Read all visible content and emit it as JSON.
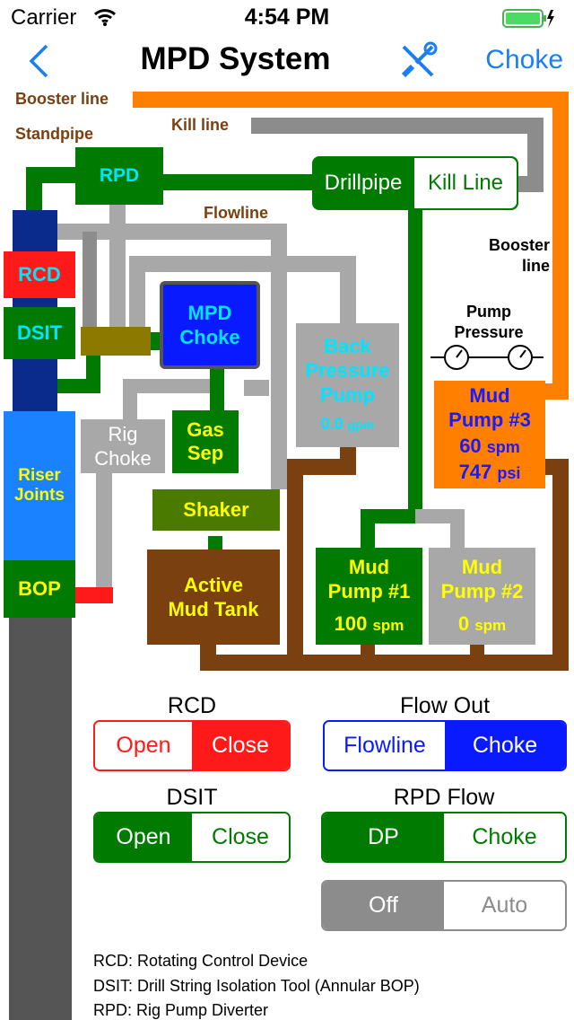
{
  "status_bar": {
    "carrier": "Carrier",
    "time": "4:54 PM"
  },
  "nav": {
    "title": "MPD System",
    "right_button": "Choke",
    "back_icon": "chevron-left",
    "tools_icon": "wrench-screwdriver"
  },
  "diagram": {
    "labels": {
      "booster_line": "Booster line",
      "kill_line": "Kill line",
      "standpipe": "Standpipe",
      "flowline": "Flowline",
      "booster_line_right_1": "Booster",
      "booster_line_right_2": "line",
      "pump_pressure_1": "Pump",
      "pump_pressure_2": "Pressure"
    },
    "components": {
      "rpd": "RPD",
      "drillpipe": "Drillpipe",
      "kill_line": "Kill Line",
      "rcd": "RCD",
      "dsit": "DSIT",
      "mpd_choke_1": "MPD",
      "mpd_choke_2": "Choke",
      "back_pressure_1": "Back",
      "back_pressure_2": "Pressure",
      "back_pressure_3": "Pump",
      "back_pressure_rate": "0.0",
      "back_pressure_unit": "gpm",
      "rig_choke_1": "Rig",
      "rig_choke_2": "Choke",
      "gas_sep_1": "Gas",
      "gas_sep_2": "Sep",
      "shaker": "Shaker",
      "riser_1": "Riser",
      "riser_2": "Joints",
      "bop": "BOP",
      "mud_tank_1": "Active",
      "mud_tank_2": "Mud Tank",
      "pump1_1": "Mud",
      "pump1_2": "Pump #1",
      "pump1_rate": "100",
      "pump1_unit": "spm",
      "pump2_1": "Mud",
      "pump2_2": "Pump #2",
      "pump2_rate": "0",
      "pump2_unit": "spm",
      "pump3_1": "Mud",
      "pump3_2": "Pump #3",
      "pump3_rate": "60",
      "pump3_rate_unit": "spm",
      "pump3_pressure": "747",
      "pump3_pressure_unit": "psi"
    },
    "colors": {
      "booster": "#ff8000",
      "gray": "#8c8c8c",
      "light_gray": "#a8a8a8",
      "green": "#007a00",
      "navy": "#0a2a8c",
      "red": "#ff1a1a",
      "brown": "#7a4010",
      "olive": "#8c7a00",
      "blue": "#0a1aff",
      "riser_blue": "#1a82ff"
    }
  },
  "controls": {
    "rcd": {
      "title": "RCD",
      "options": [
        "Open",
        "Close"
      ],
      "selected": "Close"
    },
    "flow_out": {
      "title": "Flow Out",
      "options": [
        "Flowline",
        "Choke"
      ],
      "selected": "Choke"
    },
    "dsit": {
      "title": "DSIT",
      "options": [
        "Open",
        "Close"
      ],
      "selected": "Open"
    },
    "rpd_flow": {
      "title": "RPD Flow",
      "options": [
        "DP",
        "Choke"
      ],
      "selected": "DP"
    },
    "mode": {
      "options": [
        "Off",
        "Auto"
      ],
      "selected": "Off"
    }
  },
  "legend": [
    "RCD: Rotating Control Device",
    "DSIT: Drill String Isolation Tool (Annular BOP)",
    "RPD: Rig Pump Diverter"
  ]
}
